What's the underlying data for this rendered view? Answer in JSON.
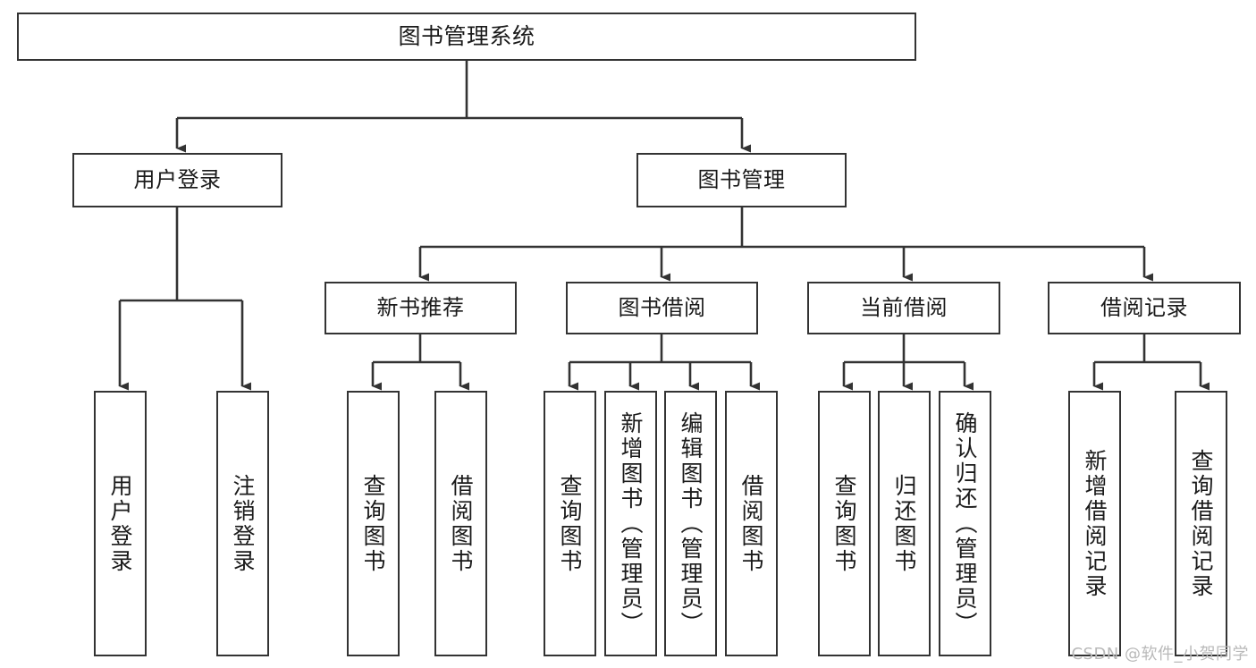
{
  "diagram": {
    "title": "图书管理系统",
    "type": "tree-hierarchy-diagram",
    "colors": {
      "box_border": "#333333",
      "box_fill": "#ffffff",
      "connector": "#333333",
      "text": "#1a1a1a",
      "watermark": "#b9b9b9",
      "background": "#ffffff"
    },
    "root": {
      "label": "图书管理系统"
    },
    "level1": [
      {
        "id": "user-login",
        "label": "用户登录"
      },
      {
        "id": "book-management",
        "label": "图书管理"
      }
    ],
    "level2": [
      {
        "id": "new-book-recommend",
        "label": "新书推荐"
      },
      {
        "id": "book-borrow",
        "label": "图书借阅"
      },
      {
        "id": "current-borrow",
        "label": "当前借阅"
      },
      {
        "id": "borrow-record",
        "label": "借阅记录"
      }
    ],
    "leaves": {
      "user_login": [
        {
          "id": "leaf-user-login",
          "label": "用户登录"
        },
        {
          "id": "leaf-logout",
          "label": "注销登录"
        }
      ],
      "new_book_recommend": [
        {
          "id": "leaf-query-book-1",
          "label": "查询图书"
        },
        {
          "id": "leaf-borrow-book-1",
          "label": "借阅图书"
        }
      ],
      "book_borrow": [
        {
          "id": "leaf-query-book-2",
          "label": "查询图书"
        },
        {
          "id": "leaf-add-book",
          "label": "新增图书（管理员）"
        },
        {
          "id": "leaf-edit-book",
          "label": "编辑图书（管理员）"
        },
        {
          "id": "leaf-borrow-book-2",
          "label": "借阅图书"
        }
      ],
      "current_borrow": [
        {
          "id": "leaf-query-book-3",
          "label": "查询图书"
        },
        {
          "id": "leaf-return-book",
          "label": "归还图书"
        },
        {
          "id": "leaf-confirm-return",
          "label": "确认归还（管理员）"
        }
      ],
      "borrow_record": [
        {
          "id": "leaf-add-record",
          "label": "新增借阅记录"
        },
        {
          "id": "leaf-query-record",
          "label": "查询借阅记录"
        }
      ]
    }
  },
  "watermark": {
    "text": "CSDN @软件_小贺同学"
  }
}
